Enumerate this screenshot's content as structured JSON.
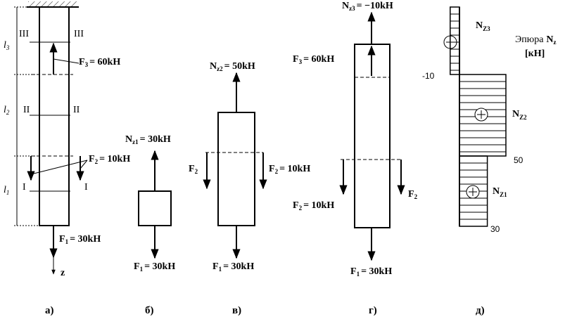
{
  "panel_a": {
    "section_3": "III",
    "section_2": "II",
    "section_1": "I",
    "len_3": "l",
    "len_3_sub": "3",
    "len_2": "l",
    "len_2_sub": "2",
    "len_1": "l",
    "len_1_sub": "1",
    "force_3": "F",
    "force_3_sub": "3",
    "force_3_val": "= 60kH",
    "force_2": "F",
    "force_2_sub": "2",
    "force_2_val": "= 10kH",
    "force_1": "F",
    "force_1_sub": "1",
    "force_1_val": "= 30kH",
    "axis_z": "z",
    "caption": "а)"
  },
  "panel_b": {
    "n_label": "N",
    "n_sub": "z1",
    "n_val": "= 30kH",
    "force_1": "F",
    "force_1_sub": "1",
    "force_1_val": "= 30kH",
    "caption": "б)"
  },
  "panel_v": {
    "n_label": "N",
    "n_sub": "z2",
    "n_val": "= 50kH",
    "force_2_left": "F",
    "force_2_left_sub": "2",
    "force_2": "F",
    "force_2_sub": "2",
    "force_2_val": "= 10kH",
    "force_1": "F",
    "force_1_sub": "1",
    "force_1_val": "= 30kH",
    "caption": "в)"
  },
  "panel_g": {
    "n_label": "N",
    "n_sub": "z3",
    "n_val": "= −10kH",
    "force_3": "F",
    "force_3_sub": "3",
    "force_3_val": "= 60kH",
    "force_2": "F",
    "force_2_sub": "2",
    "force_2_val": "= 10kH",
    "force_2_right": "F",
    "force_2_right_sub": "2",
    "force_1": "F",
    "force_1_sub": "1",
    "force_1_val": "= 30kH",
    "caption": "г)"
  },
  "panel_d": {
    "title_line1": "Эпюра",
    "title_n": "N",
    "title_sub": "z",
    "title_line2": "[кН]",
    "label_n3": "N",
    "label_n3_sub": "Z3",
    "label_n2": "N",
    "label_n2_sub": "Z2",
    "label_n1": "N",
    "label_n1_sub": "Z1",
    "value_3": "-10",
    "value_2": "50",
    "value_1": "30",
    "caption": "д)"
  },
  "chart_data": {
    "type": "bar",
    "categories": [
      "l1",
      "l2",
      "l3"
    ],
    "values": [
      30,
      50,
      -10
    ]
  }
}
